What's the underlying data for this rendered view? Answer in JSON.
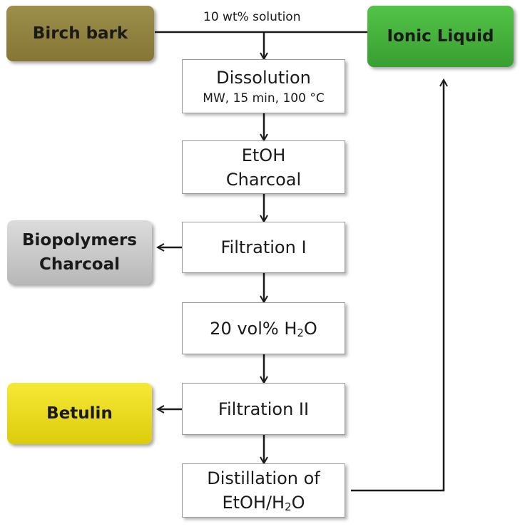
{
  "nodes": {
    "birch_bark": "Birch bark",
    "ionic_liquid": "Ionic Liquid",
    "solution_note": "10 wt% solution",
    "dissolution": {
      "line1": "Dissolution",
      "line2": "MW, 15 min, 100 °C"
    },
    "etoh_charcoal": {
      "line1": "EtOH",
      "line2": "Charcoal"
    },
    "filtration_1": "Filtration I",
    "biopolymers": {
      "line1": "Biopolymers",
      "line2": "Charcoal"
    },
    "water": {
      "prefix": "20 vol% H",
      "sub": "2",
      "suffix": "O"
    },
    "filtration_2": "Filtration II",
    "betulin": "Betulin",
    "distillation": {
      "line1": "Distillation of",
      "line2_prefix": "EtOH/H",
      "line2_sub": "2",
      "line2_suffix": "O"
    }
  },
  "colors": {
    "birch_bark": "#8c7d3c",
    "ionic_liquid": "#43b23a",
    "biopolymers": "#c9c9c9",
    "betulin": "#efdf18",
    "arrow": "#1a1a1a"
  }
}
